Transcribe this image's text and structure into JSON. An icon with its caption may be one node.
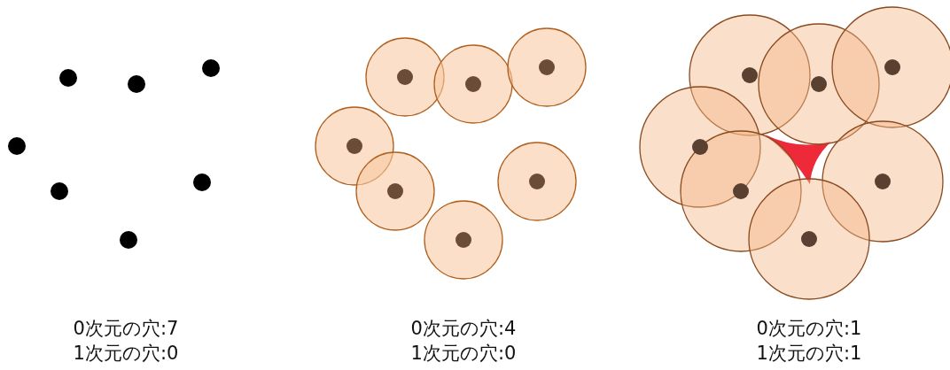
{
  "diagram": {
    "labels": [
      "0次元の穴:7",
      "0次元の穴:4",
      "0次元の穴:1",
      "1次元の穴:0",
      "1次元の穴:0",
      "1次元の穴:1"
    ]
  }
}
